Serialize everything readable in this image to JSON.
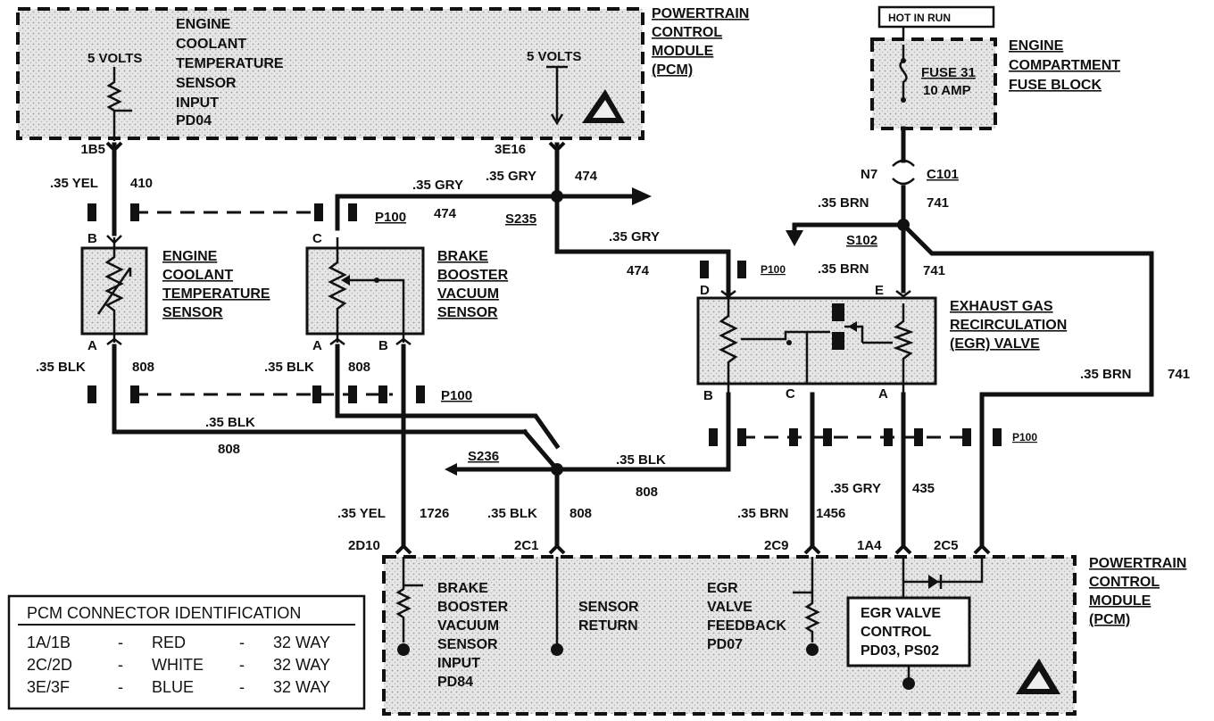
{
  "modules": {
    "pcm_top": [
      "POWERTRAIN",
      "CONTROL",
      "MODULE",
      "(PCM)"
    ],
    "pcm_bottom": [
      "POWERTRAIN",
      "CONTROL",
      "MODULE",
      "(PCM)"
    ],
    "fuse_block": [
      "ENGINE",
      "COMPARTMENT",
      "FUSE BLOCK"
    ],
    "hot_in_run": "HOT IN RUN",
    "fuse_label": "FUSE 31",
    "fuse_amp": "10 AMP"
  },
  "pcm_top_inner": {
    "volts_left": "5 VOLTS",
    "volts_right": "5 VOLTS",
    "ect_input": [
      "ENGINE",
      "COOLANT",
      "TEMPERATURE",
      "SENSOR",
      "INPUT",
      "PD04"
    ]
  },
  "components": {
    "ect_sensor": [
      "ENGINE",
      "COOLANT",
      "TEMPERATURE",
      "SENSOR"
    ],
    "bbv_sensor": [
      "BRAKE",
      "BOOSTER",
      "VACUUM",
      "SENSOR"
    ],
    "egr_valve": [
      "EXHAUST GAS",
      "RECIRCULATION",
      "(EGR) VALVE"
    ]
  },
  "pins": {
    "ect_b": "B",
    "ect_a": "A",
    "bbv_c": "C",
    "bbv_a": "A",
    "bbv_b": "B",
    "egr_d": "D",
    "egr_e": "E",
    "egr_b": "B",
    "egr_c": "C",
    "egr_a": "A"
  },
  "pcm_pins_top": {
    "p1": "1B5",
    "p2": "3E16"
  },
  "pcm_pins_bottom": {
    "p1": "2D10",
    "p2": "2C1",
    "p3": "2C9",
    "p4": "1A4",
    "p5": "2C5"
  },
  "connectors": {
    "n7": "N7",
    "c101": "C101",
    "p100_a": "P100",
    "p100_b": "P100",
    "p100_c": "P100",
    "p100_d": "P100"
  },
  "splices": {
    "s235": "S235",
    "s236": "S236",
    "s102": "S102"
  },
  "wires": {
    "w1": ".35 YEL",
    "w1n": "410",
    "w2": ".35 GRY",
    "w2n": "474",
    "w3": ".35 GRY",
    "w3n": "474",
    "w4": ".35 GRY",
    "w4n": "474",
    "w5": ".35 BRN",
    "w5n": "741",
    "w6": ".35 BRN",
    "w6n": "741",
    "w7": ".35 BRN",
    "w7n": "741",
    "w8": ".35 BLK",
    "w8n": "808",
    "w9": ".35 BLK",
    "w9n": "808",
    "w10": ".35 BLK",
    "w10n": "808",
    "w11": ".35 BLK",
    "w11n": "808",
    "w12": ".35 YEL",
    "w12n": "1726",
    "w13": ".35 BLK",
    "w13n": "808",
    "w14": ".35 BRN",
    "w14n": "1456",
    "w15": ".35 GRY",
    "w15n": "435"
  },
  "pcm_bottom_inner": {
    "bbv_input": [
      "BRAKE",
      "BOOSTER",
      "VACUUM",
      "SENSOR",
      "INPUT",
      "PD84"
    ],
    "sensor_return": [
      "SENSOR",
      "RETURN"
    ],
    "egr_feedback": [
      "EGR",
      "VALVE",
      "FEEDBACK",
      "PD07"
    ],
    "egr_control": [
      "EGR VALVE",
      "CONTROL",
      "PD03, PS02"
    ]
  },
  "connector_table": {
    "title": "PCM CONNECTOR IDENTIFICATION",
    "rows": [
      {
        "id": "1A/1B",
        "sep1": "-",
        "color": "RED",
        "sep2": "-",
        "ways": "32 WAY"
      },
      {
        "id": "2C/2D",
        "sep1": "-",
        "color": "WHITE",
        "sep2": "-",
        "ways": "32 WAY"
      },
      {
        "id": "3E/3F",
        "sep1": "-",
        "color": "BLUE",
        "sep2": "-",
        "ways": "32 WAY"
      }
    ]
  }
}
